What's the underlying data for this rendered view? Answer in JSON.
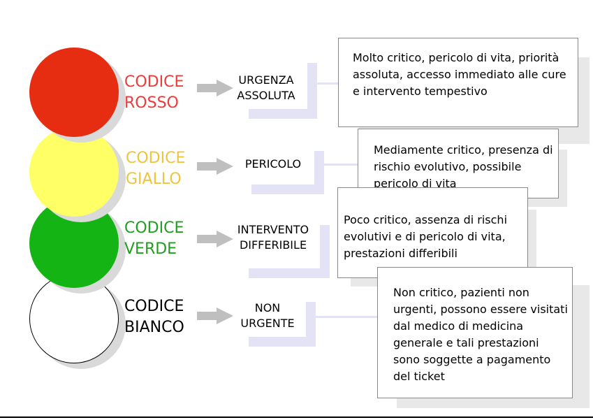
{
  "colors": {
    "red": "#e62d12",
    "yellow": "#ffff66",
    "green": "#14b414",
    "white": "#ffffff",
    "label_red": "#ef3a3a",
    "label_yellow": "#f0c43a",
    "label_green": "#1ea01e",
    "label_black": "#000000",
    "arrow": "#bfbfbf",
    "bracket": "#e3e3f5"
  },
  "codes": [
    {
      "label_line1": "CODICE",
      "label_line2": "ROSSO",
      "level_line1": "URGENZA",
      "level_line2": "ASSOLUTA",
      "description": "Molto critico, pericolo di vita, priorità assoluta, accesso immediato alle cure e intervento tempestivo"
    },
    {
      "label_line1": "CODICE",
      "label_line2": "GIALLO",
      "level_line1": "PERICOLO",
      "level_line2": "",
      "description": "Mediamente critico, presenza di rischio evolutivo, possibile pericolo di vita"
    },
    {
      "label_line1": "CODICE",
      "label_line2": "VERDE",
      "level_line1": "INTERVENTO",
      "level_line2": "DIFFERIBILE",
      "description": "Poco critico, assenza di rischi evolutivi e di pericolo di vita, prestazioni differibili"
    },
    {
      "label_line1": "CODICE",
      "label_line2": "BIANCO",
      "level_line1": "NON",
      "level_line2": "URGENTE",
      "description": "Non critico, pazienti non urgenti, possono essere visitati dal medico di medicina generale e tali prestazioni sono soggette a pagamento del ticket"
    }
  ]
}
